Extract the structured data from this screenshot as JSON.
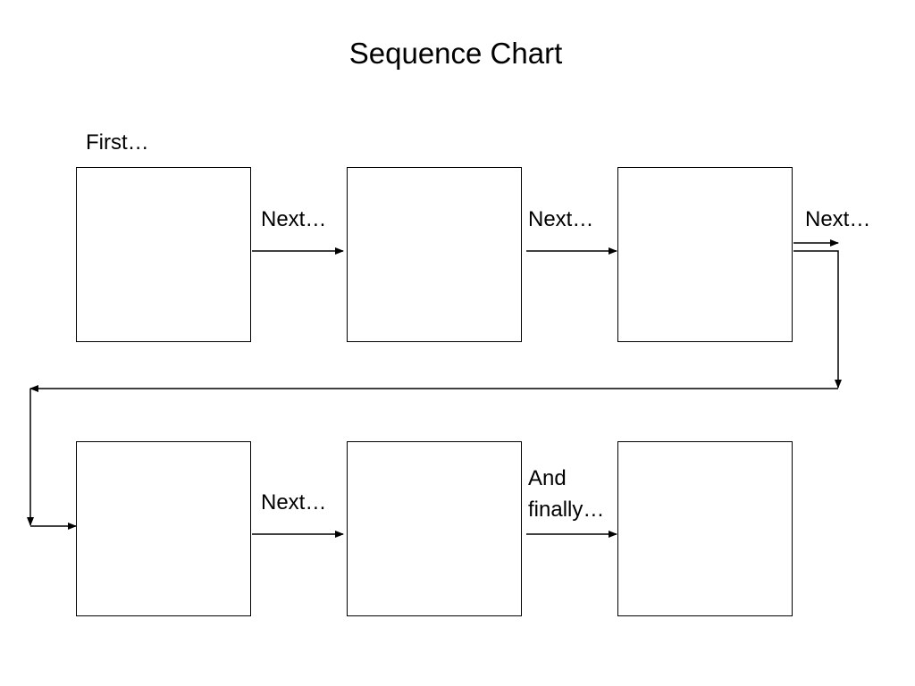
{
  "title": "Sequence Chart",
  "labels": {
    "first": "First…",
    "next_1": "Next…",
    "next_2": "Next…",
    "next_3": "Next…",
    "next_4": "Next…",
    "and": "And",
    "finally": "finally…"
  },
  "colors": {
    "stroke": "#000000",
    "background": "#ffffff"
  }
}
